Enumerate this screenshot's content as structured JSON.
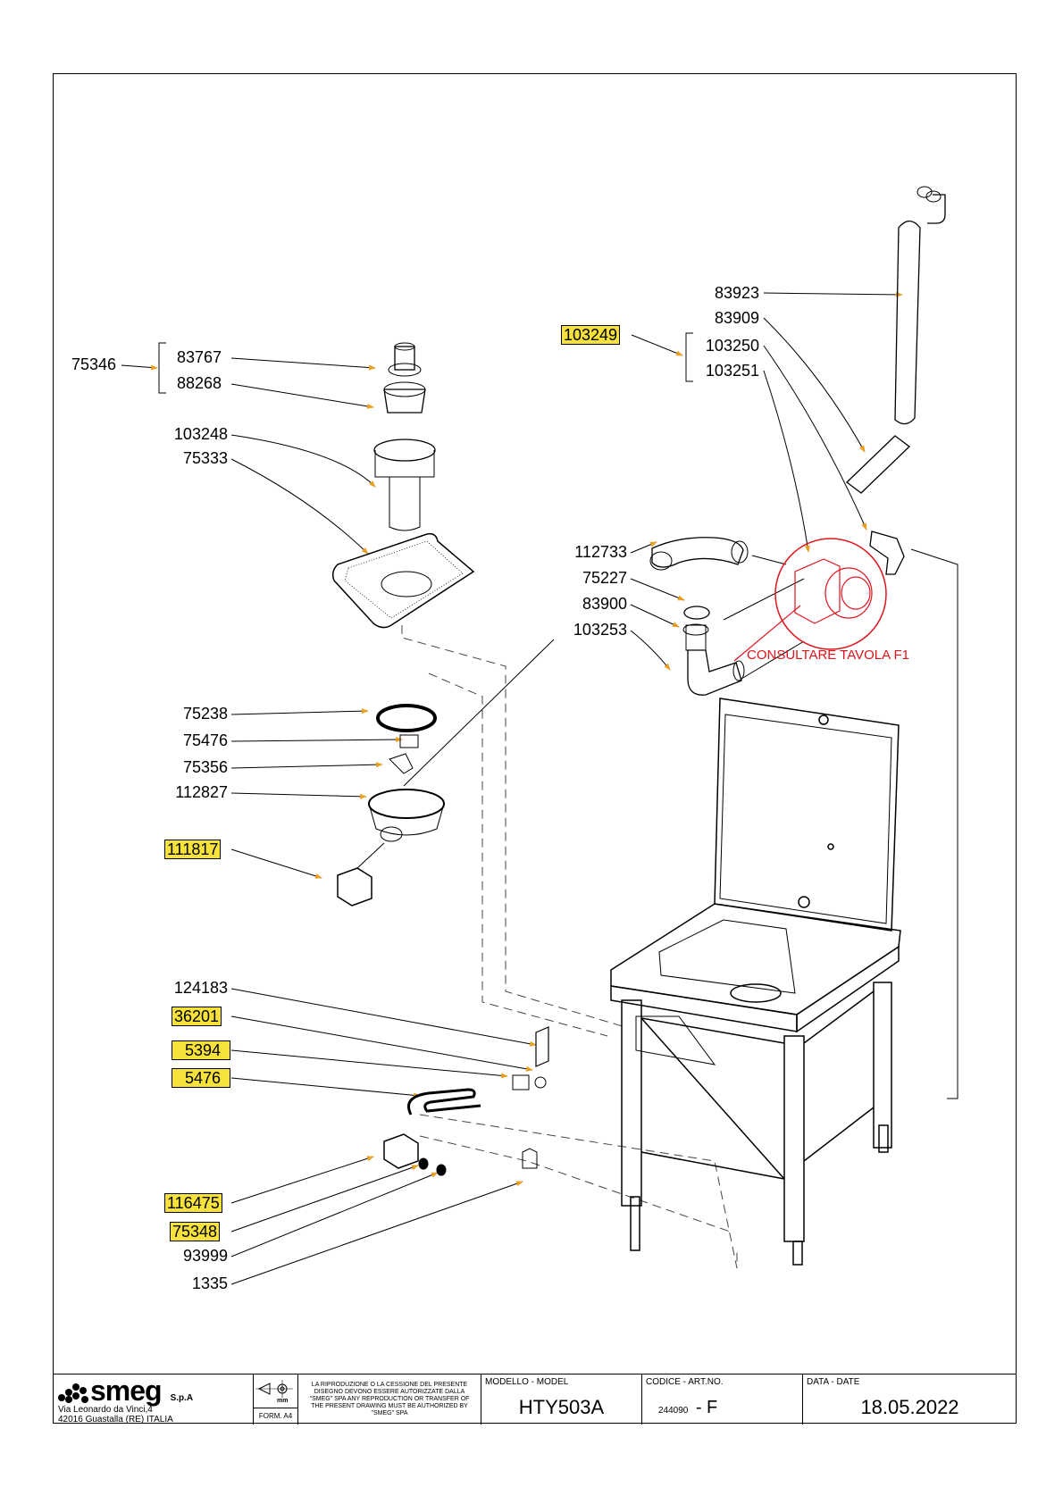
{
  "labels": {
    "l75346": "75346",
    "l83767": "83767",
    "l88268": "88268",
    "l103248": "103248",
    "l75333": "75333",
    "l75238": "75238",
    "l75476": "75476",
    "l75356": "75356",
    "l112827": "112827",
    "l111817": "111817",
    "l124183": "124183",
    "l36201": "36201",
    "l5394": "5394",
    "l5476": "5476",
    "l116475": "116475",
    "l75348": "75348",
    "l93999": "93999",
    "l1335": "1335",
    "l83923": "83923",
    "l83909": "83909",
    "l103249": "103249",
    "l103250": "103250",
    "l103251": "103251",
    "l112733": "112733",
    "l75227": "75227",
    "l83900": "83900",
    "l103253": "103253"
  },
  "note": "CONSULTARE TAVOLA F1",
  "titleblock": {
    "logo": "smeg",
    "logo_suffix": "S.p.A",
    "address_line1": "Via Leonardo da Vinci,4",
    "address_line2": "42016  Guastalla (RE) ITALIA",
    "format": "FORM. A4",
    "unit": "mm",
    "notice": "LA RIPRODUZIONE O LA CESSIONE DEL PRESENTE DISEGNO DEVONO ESSERE AUTORIZZATE DALLA \"SMEG\" SPA ANY REPRODUCTION OR TRANSFER OF THE PRESENT DRAWING MUST BE AUTHORIZED BY \"SMEG\" SPA",
    "model_caption": "MODELLO - MODEL",
    "model": "HTY503A",
    "code_caption": "CODICE - ART.NO.",
    "code_number": "244090",
    "code_suffix": "- F",
    "date_caption": "DATA - DATE",
    "date": "18.05.2022"
  },
  "colors": {
    "highlight": "#f6e23b",
    "note_red": "#e0141c",
    "arrow_tip": "#e8a020"
  }
}
